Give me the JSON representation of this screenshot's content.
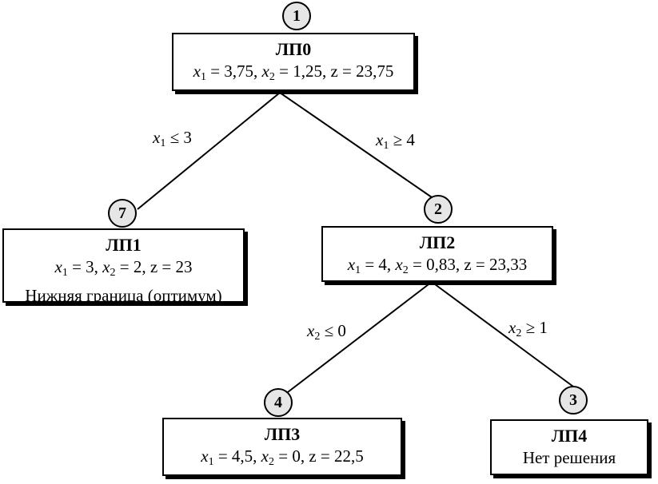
{
  "nodes": {
    "lp0": {
      "order": "1",
      "title": "ЛП0",
      "x1": "3,75",
      "x2": "1,25",
      "z": "23,75"
    },
    "lp1": {
      "order": "7",
      "title": "ЛП1",
      "x1": "3",
      "x2": "2",
      "z": "23",
      "note": "Нижняя граница (оптимум)"
    },
    "lp2": {
      "order": "2",
      "title": "ЛП2",
      "x1": "4",
      "x2": "0,83",
      "z": "23,33"
    },
    "lp3": {
      "order": "4",
      "title": "ЛП3",
      "x1": "4,5",
      "x2": "0",
      "z": "22,5"
    },
    "lp4": {
      "order": "3",
      "title": "ЛП4",
      "note": "Нет решения"
    }
  },
  "branches": {
    "lp0_lp1": {
      "var": "x",
      "idx": "1",
      "op": "≤",
      "val": "3"
    },
    "lp0_lp2": {
      "var": "x",
      "idx": "1",
      "op": "≥",
      "val": "4"
    },
    "lp2_lp3": {
      "var": "x",
      "idx": "2",
      "op": "≤",
      "val": "0"
    },
    "lp2_lp4": {
      "var": "x",
      "idx": "2",
      "op": "≥",
      "val": "1"
    }
  },
  "symbols": {
    "x": "x",
    "z": "z",
    "eq": "=",
    "sub1": "1",
    "sub2": "2"
  }
}
